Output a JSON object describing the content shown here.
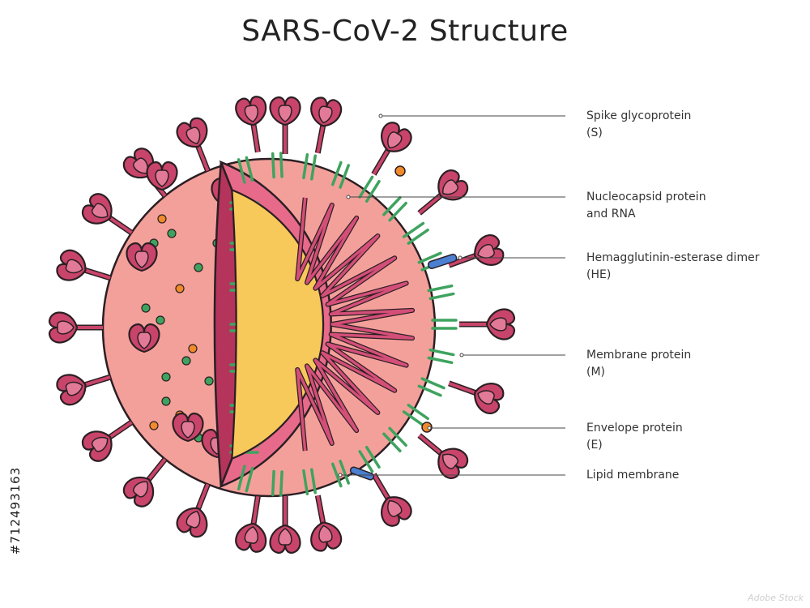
{
  "title": "SARS-CoV-2 Structure",
  "labels": [
    {
      "id": "spike",
      "line1": "Spike glycoprotein",
      "line2": "(S)"
    },
    {
      "id": "nucleocapsid",
      "line1": "Nucleocapsid protein",
      "line2": "and RNA"
    },
    {
      "id": "hemagglutinin",
      "line1": "Hemagglutinin-esterase dimer",
      "line2": "(HE)"
    },
    {
      "id": "membrane",
      "line1": "Membrane protein",
      "line2": "(M)"
    },
    {
      "id": "envelope",
      "line1": "Envelope protein",
      "line2": "(E)"
    },
    {
      "id": "lipid",
      "line1": "Lipid membrane",
      "line2": ""
    }
  ],
  "stock_id": "#712493163",
  "watermark": "Adobe Stock",
  "colors": {
    "spike_fill": "#c9446a",
    "spike_light": "#e27a97",
    "outline": "#2b1f24",
    "shell": "#e86a8a",
    "shell_dark": "#b5345c",
    "sphere": "#f4a09a",
    "core": "#f7c85a",
    "membrane_protein": "#3fa35f",
    "envelope_protein": "#f08a2a",
    "he_dimer": "#4a7fd1",
    "rna": "#d44f78"
  }
}
